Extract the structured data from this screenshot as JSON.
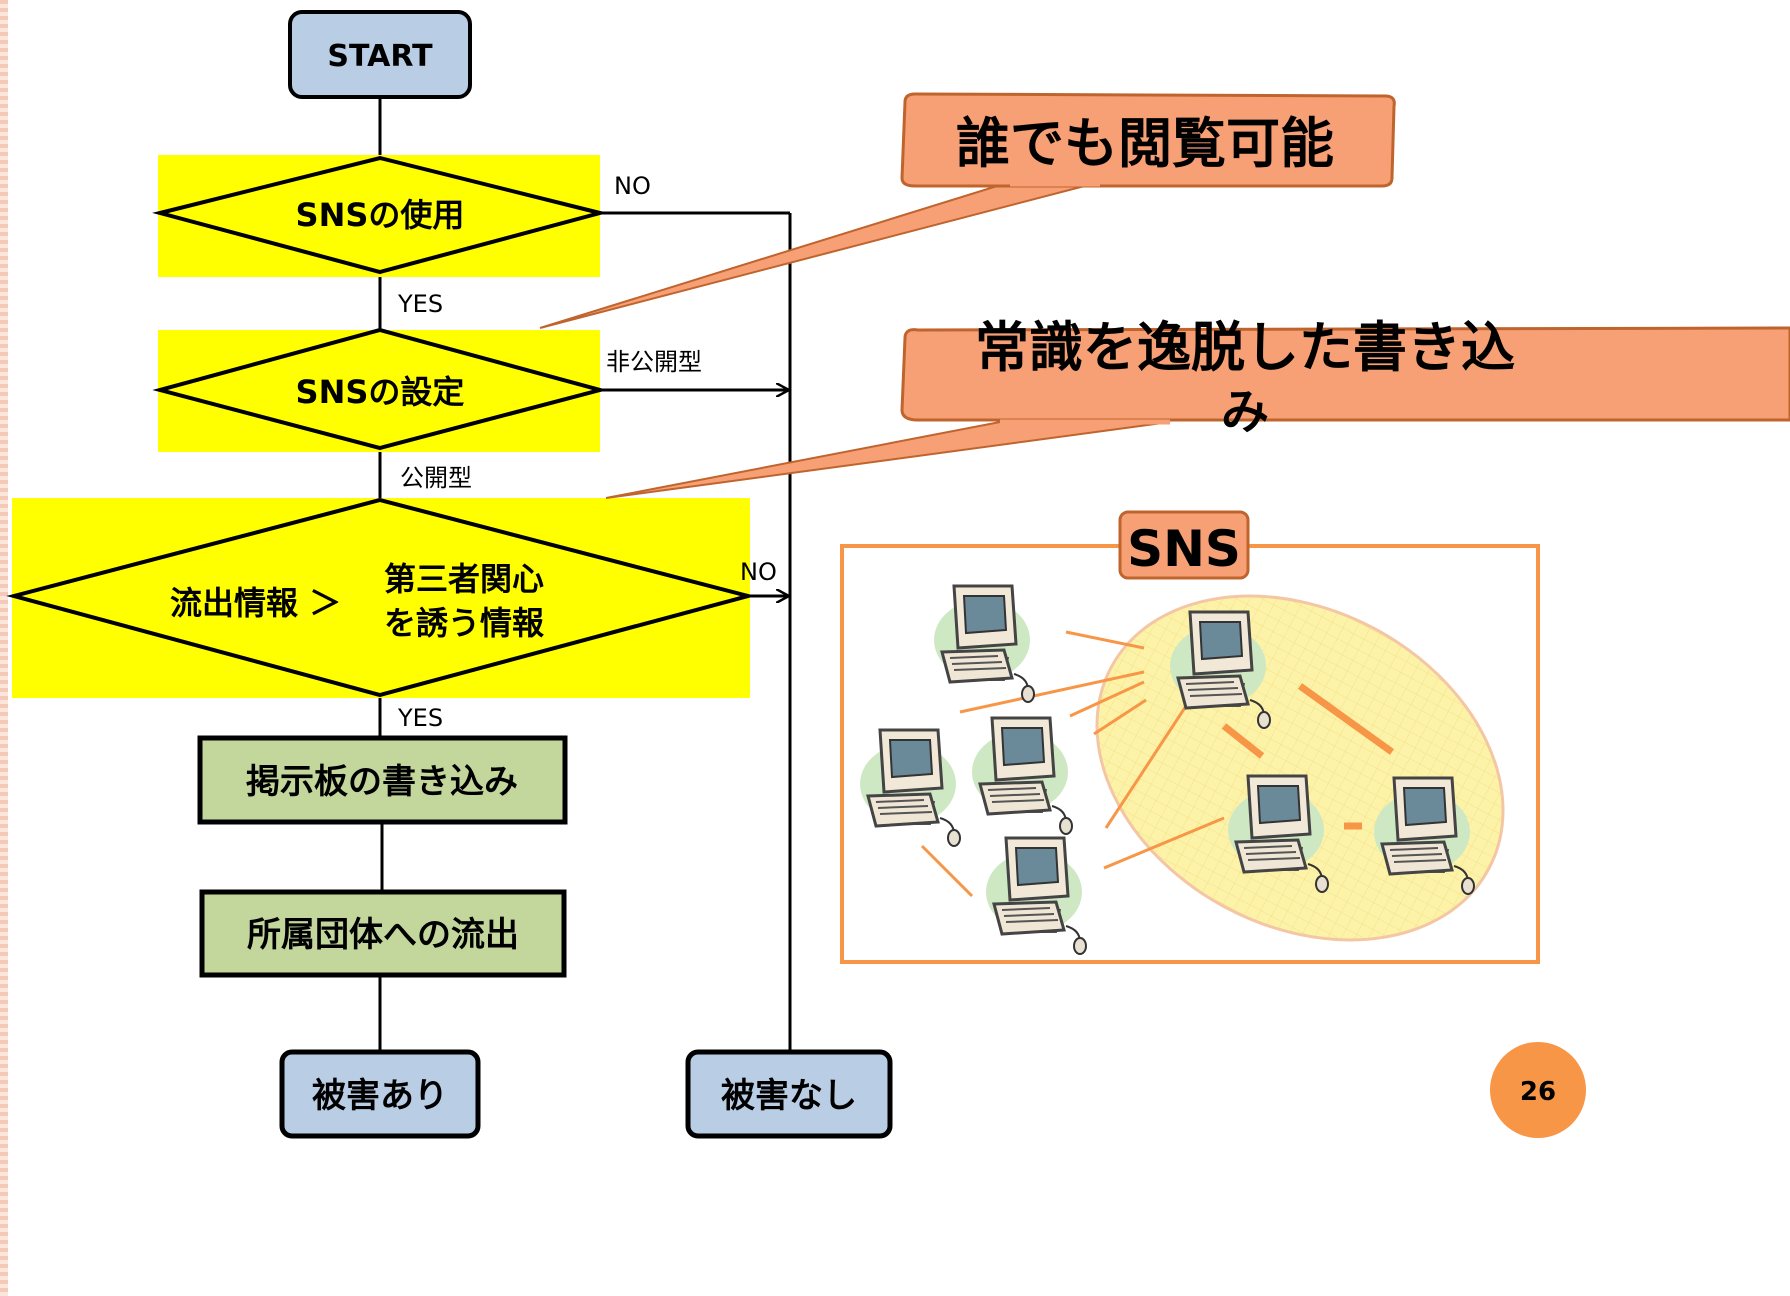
{
  "flow": {
    "start": "START",
    "q1": "SNSの使用",
    "q1_no": "NO",
    "q1_yes": "YES",
    "q2": "SNSの設定",
    "q2_private": "非公開型",
    "q2_public": "公開型",
    "q3_left": "流出情報 ＞",
    "q3_right_line1": "第三者関心",
    "q3_right_line2": "を誘う情報",
    "q3_no": "NO",
    "q3_yes": "YES",
    "step1": "掲示板の書き込み",
    "step2": "所属団体への流出",
    "end_yes": "被害あり",
    "end_no": "被害なし"
  },
  "callouts": {
    "public_note": "誰でも閲覧可能",
    "post_note_line1": "常識を逸脱した書き込",
    "post_note_line2": "み"
  },
  "sns_box": {
    "title": "SNS",
    "icon": "computer-icon"
  },
  "page_number": "26",
  "colors": {
    "decision_fill": "#ffff00",
    "process_fill": "#c3d69b",
    "terminal_fill": "#b9cde5",
    "callout_fill": "#f79f75",
    "accent_orange": "#f79646",
    "page_badge": "#f79646"
  }
}
